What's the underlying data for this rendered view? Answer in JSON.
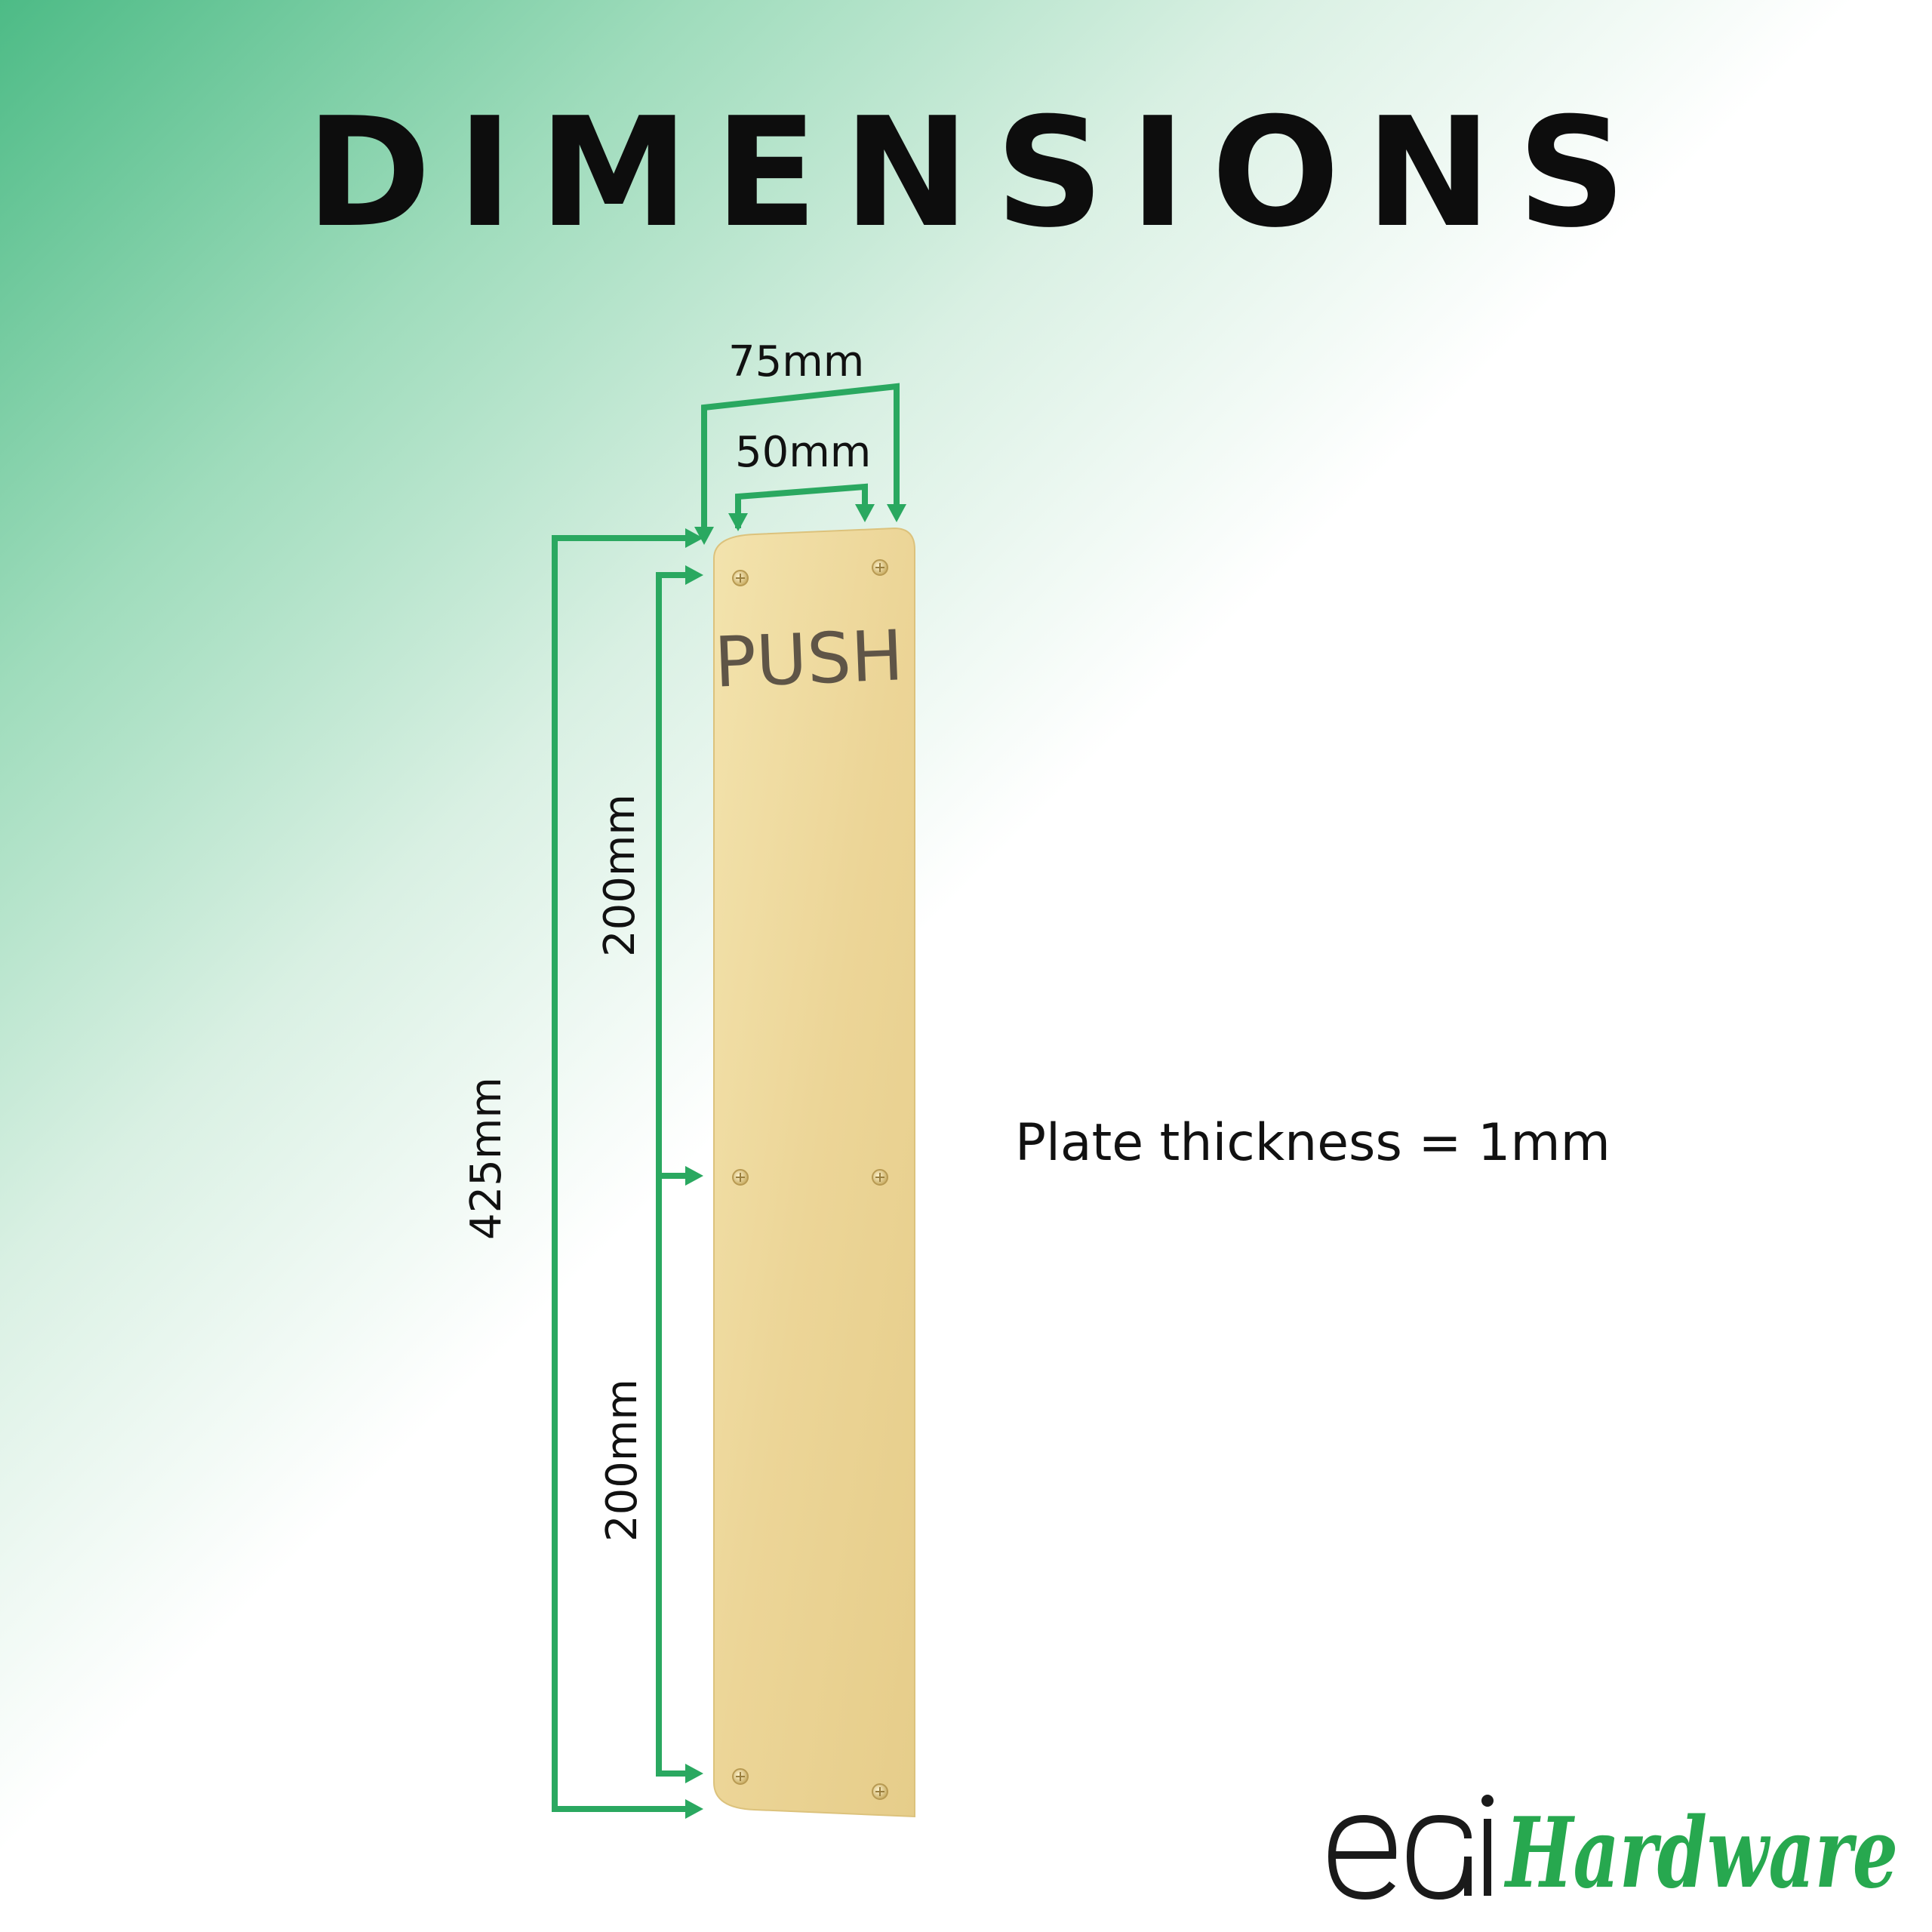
{
  "header": {
    "title": "DIMENSIONS"
  },
  "dimensions": {
    "outer_width": "75mm",
    "fixing_width": "50mm",
    "total_height": "425mm",
    "upper_spacing": "200mm",
    "lower_spacing": "200mm"
  },
  "plate": {
    "label": "PUSH"
  },
  "note": {
    "thickness": "Plate thickness = 1mm"
  },
  "logo": {
    "prefix": "eai",
    "suffix": "Hardware"
  },
  "colors": {
    "accent": "#2aa860",
    "plate": "#edd89a",
    "text": "#111111"
  }
}
